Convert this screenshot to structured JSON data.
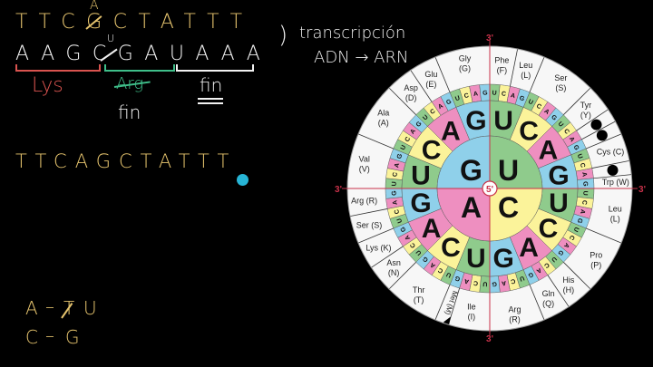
{
  "board": {
    "dna_top": "TTCGCTATTT",
    "inserted_base": "A",
    "rna_row": "AAGCGAUAAA",
    "rna_replacement": "U",
    "transcription_label": "transcripción",
    "transcription_formula": "ADN → ARN",
    "codon1_label": "Lys",
    "codon2_label_crossed": "Arg",
    "codon2_label_new": "fin",
    "codon3_label": "fin",
    "mutated_dna": "TTCAGCTATTT",
    "pair1_left": "A",
    "pair1_crossed": "T",
    "pair1_right": "U",
    "pair2_left": "C",
    "pair2_right": "G",
    "colors": {
      "dna": "#e6c46e",
      "rna": "#f2f2f2",
      "lys": "#d9534f",
      "arg": "#3fbf8a",
      "cursor": "#27b5d6"
    }
  },
  "codon_wheel": {
    "center_label": "5'",
    "end_label": "3'",
    "bases": [
      "U",
      "C",
      "A",
      "G"
    ],
    "base_colors": {
      "U": "#8fcb8c",
      "C": "#fbf39a",
      "A": "#ee8fc0",
      "G": "#8fd0ea"
    },
    "stop_icon": "black-dot-icon",
    "amino_acids": [
      {
        "name": "Phe",
        "code": "(F)",
        "from": 0,
        "to": 1
      },
      {
        "name": "Leu",
        "code": "(L)",
        "from": 2,
        "to": 3
      },
      {
        "name": "Ser",
        "code": "(S)",
        "from": 4,
        "to": 7
      },
      {
        "name": "Tyr",
        "code": "(Y)",
        "from": 8,
        "to": 9
      },
      {
        "name": "",
        "code": "",
        "from": 10,
        "to": 10,
        "stop": true
      },
      {
        "name": "",
        "code": "",
        "from": 11,
        "to": 11,
        "stop": true
      },
      {
        "name": "Cys",
        "code": "(C)",
        "from": 12,
        "to": 13,
        "inline": true
      },
      {
        "name": "",
        "code": "",
        "from": 14,
        "to": 14,
        "stop": true
      },
      {
        "name": "Trp",
        "code": "(W)",
        "from": 15,
        "to": 15,
        "inline": true
      },
      {
        "name": "Leu",
        "code": "(L)",
        "from": 16,
        "to": 19
      },
      {
        "name": "Pro",
        "code": "(P)",
        "from": 20,
        "to": 23
      },
      {
        "name": "His",
        "code": "(H)",
        "from": 24,
        "to": 25
      },
      {
        "name": "Gln",
        "code": "(Q)",
        "from": 26,
        "to": 27
      },
      {
        "name": "Arg",
        "code": "(R)",
        "from": 28,
        "to": 31
      },
      {
        "name": "Ile",
        "code": "(I)",
        "from": 32,
        "to": 34
      },
      {
        "name": "Met",
        "code": "(M)",
        "from": 35,
        "to": 35,
        "inline": true,
        "start": true
      },
      {
        "name": "Thr",
        "code": "(T)",
        "from": 36,
        "to": 39
      },
      {
        "name": "Asn",
        "code": "(N)",
        "from": 40,
        "to": 41
      },
      {
        "name": "Lys",
        "code": "(K)",
        "from": 42,
        "to": 43,
        "inline": true
      },
      {
        "name": "Ser",
        "code": "(S)",
        "from": 44,
        "to": 45,
        "inline": true
      },
      {
        "name": "Arg",
        "code": "(R)",
        "from": 46,
        "to": 47,
        "inline": true
      },
      {
        "name": "Val",
        "code": "(V)",
        "from": 48,
        "to": 51
      },
      {
        "name": "Ala",
        "code": "(A)",
        "from": 52,
        "to": 55
      },
      {
        "name": "Asp",
        "code": "(D)",
        "from": 56,
        "to": 57
      },
      {
        "name": "Glu",
        "code": "(E)",
        "from": 58,
        "to": 59
      },
      {
        "name": "Gly",
        "code": "(G)",
        "from": 60,
        "to": 63
      }
    ]
  }
}
